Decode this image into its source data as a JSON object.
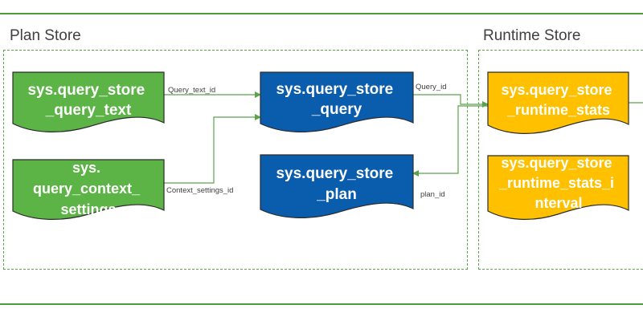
{
  "groups": {
    "plan_store": {
      "title": "Plan Store"
    },
    "runtime_store": {
      "title": "Runtime Store"
    }
  },
  "nodes": {
    "query_text": {
      "lines": [
        "sys.query_store",
        "_query_text"
      ],
      "color": "#5cb346"
    },
    "context_settings": {
      "lines": [
        "sys.",
        "query_context_",
        "settings"
      ],
      "color": "#5cb346"
    },
    "query": {
      "lines": [
        "sys.query_store",
        "_query"
      ],
      "color": "#0a5cad"
    },
    "plan": {
      "lines": [
        "sys.query_store",
        "_plan"
      ],
      "color": "#0a5cad"
    },
    "runtime_stats": {
      "lines": [
        "sys.query_store",
        "_runtime_stats"
      ],
      "color": "#ffc000"
    },
    "runtime_stats_interval": {
      "lines": [
        "sys.query_store",
        "_runtime_stats_i",
        "nterval"
      ],
      "color": "#ffc000"
    }
  },
  "edges": {
    "query_text_id": {
      "label": "Query_text_id"
    },
    "context_settings_id": {
      "label": "Context_settings_id"
    },
    "query_id": {
      "label": "Query_id"
    },
    "plan_id": {
      "label": "plan_id"
    }
  },
  "colors": {
    "connector": "#5aa34a",
    "frame": "#4f9a3c",
    "node_border": "#2b2b2b"
  }
}
